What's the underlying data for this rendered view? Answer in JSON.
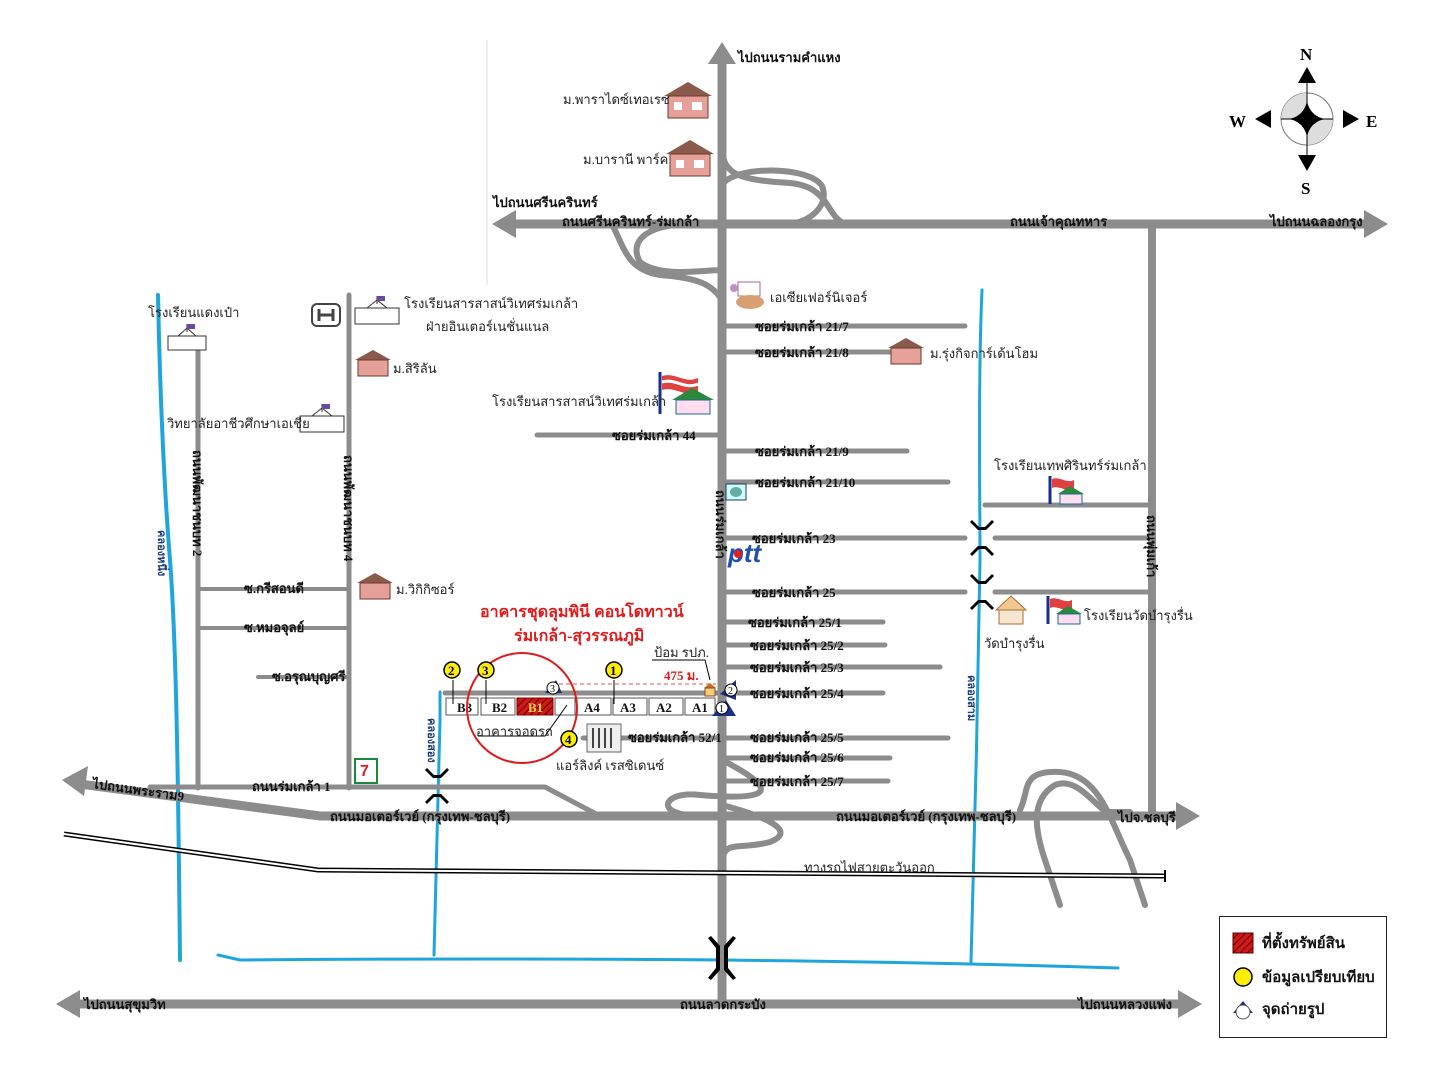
{
  "compass": {
    "n": "N",
    "s": "S",
    "e": "E",
    "w": "W"
  },
  "directions": {
    "to_ramkhamhaeng": "ไปถนนรามคำแหง",
    "to_srinakarin": "ไปถนนศรีนครินทร์",
    "to_chalong_krung": "ไปถนนฉลองกรุง",
    "to_rama9": "ไปถนนพระราม9",
    "to_chonburi": "ไปจ.ชลบุรี",
    "to_sukhumvit": "ไปถนนสุขุมวิท",
    "to_luang_phaeng": "ไปถนนหลวงแพ่ง"
  },
  "roads": {
    "srinakarin_romklao": "ถนนศรีนครินทร์-ร่มเกล้า",
    "chao_khun_thahan": "ถนนเจ้าคุณทหาร",
    "romklao_vertical": "ถนนร่มเกล้า",
    "phatthana_chonnabot_2": "ถนนพัฒนาชนบท 2",
    "phatthana_chonnabot_4": "ถนนพัฒนาชนบท 4",
    "right_vertical": "ถนนพุ่มเก้า",
    "romklao_1": "ถนนร่มเกล้า 1",
    "motorway_left": "ถนนมอเตอร์เวย์  (กรุงเทพ-ชลบุรี)",
    "motorway_right": "ถนนมอเตอร์เวย์  (กรุงเทพ-ชลบุรี)",
    "railway": "ทางรถไฟสายตะวันออก",
    "lat_krabang": "ถนนลาดกระบัง",
    "soi_krisondi": "ซ.กรีสอนดี",
    "soi_mor_jul": "ซ.หมอจุลย์",
    "soi_arun": "ซ.อรุณบุญศรี"
  },
  "canals": {
    "khlong_nueng": "คลองหนึ่ง",
    "khlong_song": "คลองสอง",
    "khlong_sam": "คลองสาม"
  },
  "sois": [
    "ซอยร่มเกล้า 21/7",
    "ซอยร่มเกล้า 21/8",
    "ซอยร่มเกล้า 44",
    "ซอยร่มเกล้า 21/9",
    "ซอยร่มเกล้า 21/10",
    "ซอยร่มเกล้า 23",
    "ซอยร่มเกล้า 25",
    "ซอยร่มเกล้า 25/1",
    "ซอยร่มเกล้า 25/2",
    "ซอยร่มเกล้า 25/3",
    "ซอยร่มเกล้า 25/4",
    "ซอยร่มเกล้า 52/1",
    "ซอยร่มเกล้า 25/5",
    "ซอยร่มเกล้า 25/6",
    "ซอยร่มเกล้า 25/7"
  ],
  "places": {
    "paradise_terrace": "ม.พาราไดซ์เทอเรซ",
    "barani_park": "ม.บารานี พาร์ค",
    "asia_furniture": "เอเซียเฟอร์นิเจอร์",
    "rung_kitti": "ม.รุ่งกิจการ์เด้นโฮม",
    "daeng_pao_school": "โรงเรียนแดงเป๋า",
    "sarasas_intl_1": "โรงเรียนสารสาสน์วิเทศร่มเกล้า",
    "sarasas_intl_2": "ฝ่ายอินเตอร์เนชั่นแนล",
    "sirilan": "ม.สิริลัน",
    "sarasas_school": "โรงเรียนสารสาสน์วิเทศร่มเกล้า",
    "asia_vocational": "วิทยาลัยอาชีวศึกษาเอเชีย",
    "thepsirin_school": "โรงเรียนเทพศิรินทร์ร่มเกล้า",
    "wat_bamrung_school": "โรงเรียนวัดบำรุงรื่น",
    "wat_bamrung": "วัดบำรุงรื่น",
    "wiki_choice": "ม.วิกิกิซอร์",
    "airlink": "แอร์ลิงค์ เรสซิเดนซ์",
    "parking": "อาคารจอดรถ",
    "police_box": "ป้อม รปภ.",
    "distance": "475 ม."
  },
  "property": {
    "title_line1": "อาคารชุดลุมพินี คอนโดทาวน์",
    "title_line2": "ร่มเกล้า-สุวรรณภูมิ",
    "buildings": [
      "B3",
      "B2",
      "B1",
      "A4",
      "A3",
      "A2",
      "A1"
    ],
    "highlighted": "B1"
  },
  "markers": {
    "comparison": [
      "2",
      "3",
      "1",
      "4"
    ],
    "photo_points": [
      "1",
      "2",
      "3"
    ]
  },
  "legend": {
    "property_location": "ที่ตั้งทรัพย์สิน",
    "comparison_data": "ข้อมูลเปรียบเทียบ",
    "photo_point": "จุดถ่ายรูป"
  },
  "colors": {
    "road": "#8c8c8c",
    "canal": "#1ea5dc",
    "title": "#e01b1b",
    "marker": "#ffee00",
    "photo": "#1a2f8c"
  }
}
